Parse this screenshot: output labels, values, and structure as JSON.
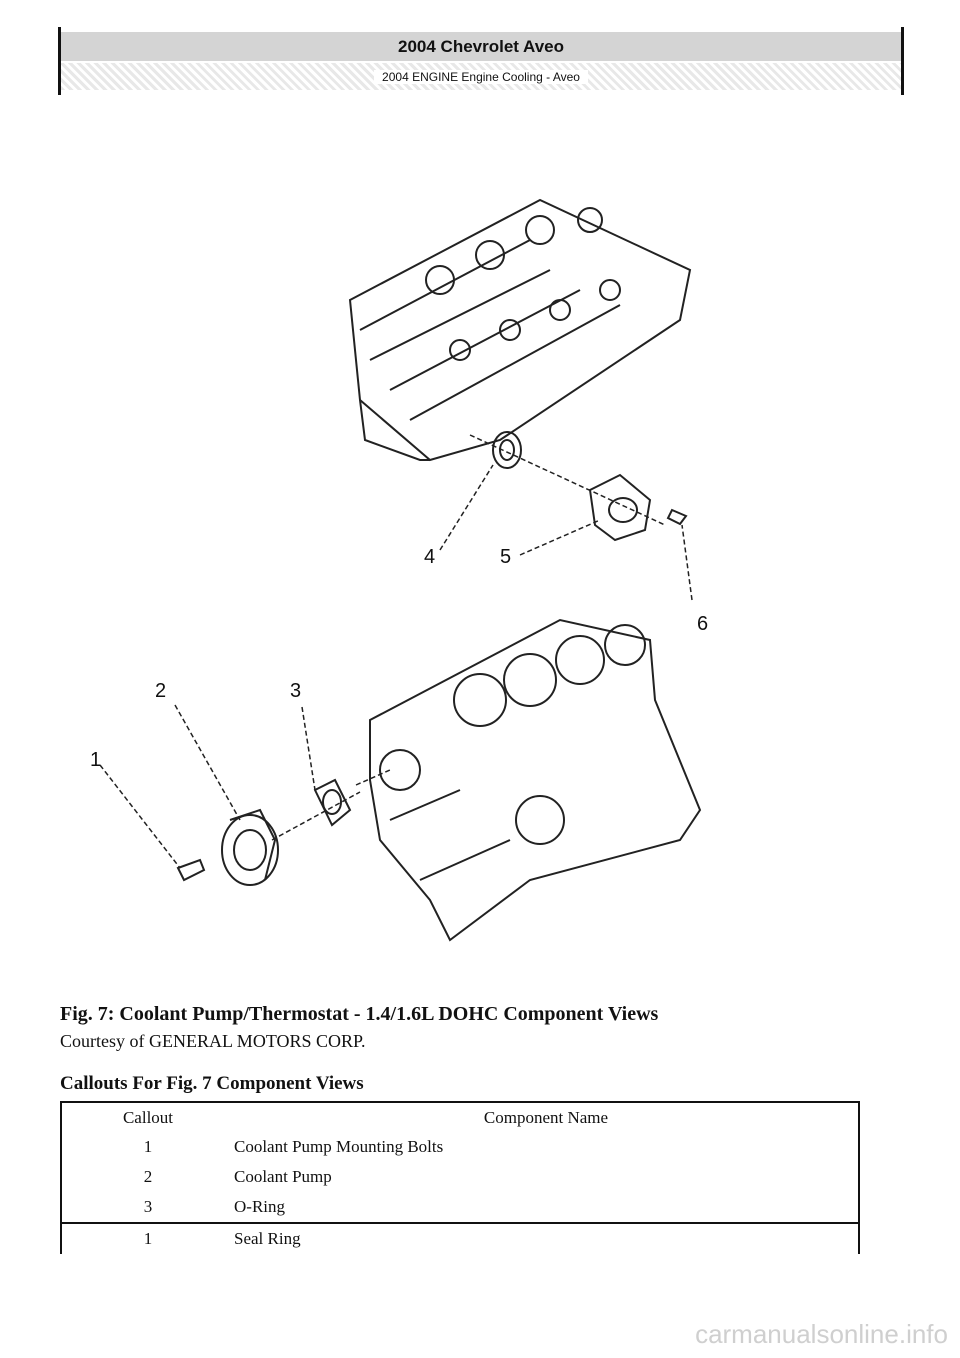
{
  "header": {
    "title": "2004 Chevrolet Aveo",
    "subtitle": "2004 ENGINE Engine Cooling - Aveo"
  },
  "figure": {
    "callout_labels": [
      "1",
      "2",
      "3",
      "4",
      "5",
      "6"
    ],
    "caption": "Fig. 7: Coolant Pump/Thermostat - 1.4/1.6L DOHC Component Views",
    "courtesy": "Courtesy of GENERAL MOTORS CORP."
  },
  "table": {
    "title": "Callouts For Fig. 7 Component Views",
    "headers": [
      "Callout",
      "Component Name"
    ],
    "rows": [
      {
        "callout": "1",
        "name": "Coolant Pump Mounting Bolts"
      },
      {
        "callout": "2",
        "name": "Coolant Pump"
      },
      {
        "callout": "3",
        "name": "O-Ring"
      },
      {
        "callout": "1",
        "name": "Seal Ring"
      }
    ]
  },
  "watermark": "carmanualsonline.info"
}
